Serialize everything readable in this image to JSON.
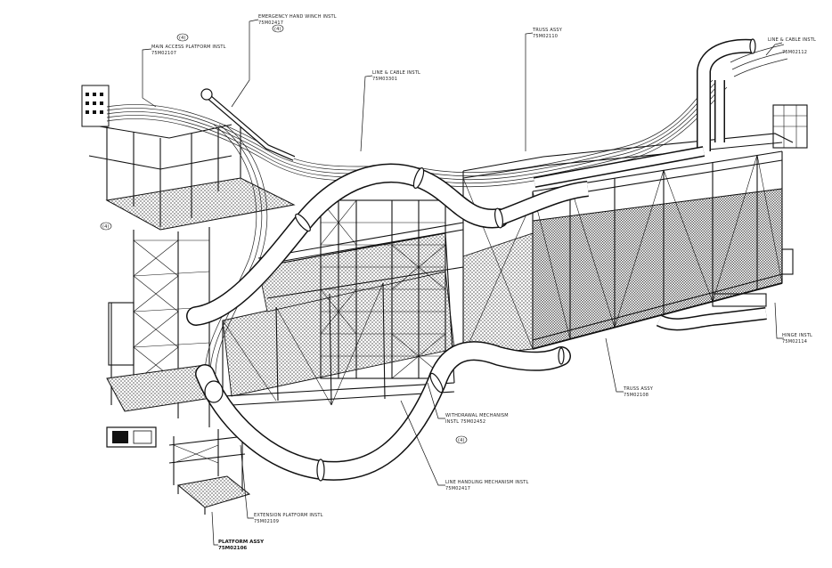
{
  "callouts": [
    {
      "id": "main-access-platform",
      "line1": "MAIN ACCESS PLATFORM INSTL",
      "line2": "75M02107"
    },
    {
      "id": "emergency-hand-winch",
      "line1": "EMERGENCY HAND WINCH INSTL",
      "line2": "75M02417"
    },
    {
      "id": "line-installation",
      "line1": "LINE & CABLE INSTL",
      "line2": "75M03301"
    },
    {
      "id": "top-truss-callout",
      "line1": "TRUSS ASSY",
      "line2": "75M02110"
    },
    {
      "id": "top-right-callout",
      "line1": "LINE & CABLE INSTL",
      "line2": "75M02112"
    },
    {
      "id": "hinge-installation",
      "line1": "HINGE INSTL",
      "line2": "75M02114"
    },
    {
      "id": "truss-assy",
      "line1": "TRUSS ASSY",
      "line2": "75M02108"
    },
    {
      "id": "withdrawal-mechanism",
      "line1": "WITHDRAWAL MECHANISM",
      "line2": "INSTL 75M02452"
    },
    {
      "id": "line-handling-mechanism",
      "line1": "LINE HANDLING MECHANISM INSTL",
      "line2": "75M02417"
    },
    {
      "id": "extension-platform",
      "line1": "EXTENSION PLATFORM INSTL",
      "line2": "75M02109"
    },
    {
      "id": "platform-assy",
      "line1": "PLATFORM ASSY",
      "line2": "75M02106"
    }
  ],
  "circled_marks": [
    "(4)",
    "(4)",
    "(4)",
    "(4)"
  ]
}
